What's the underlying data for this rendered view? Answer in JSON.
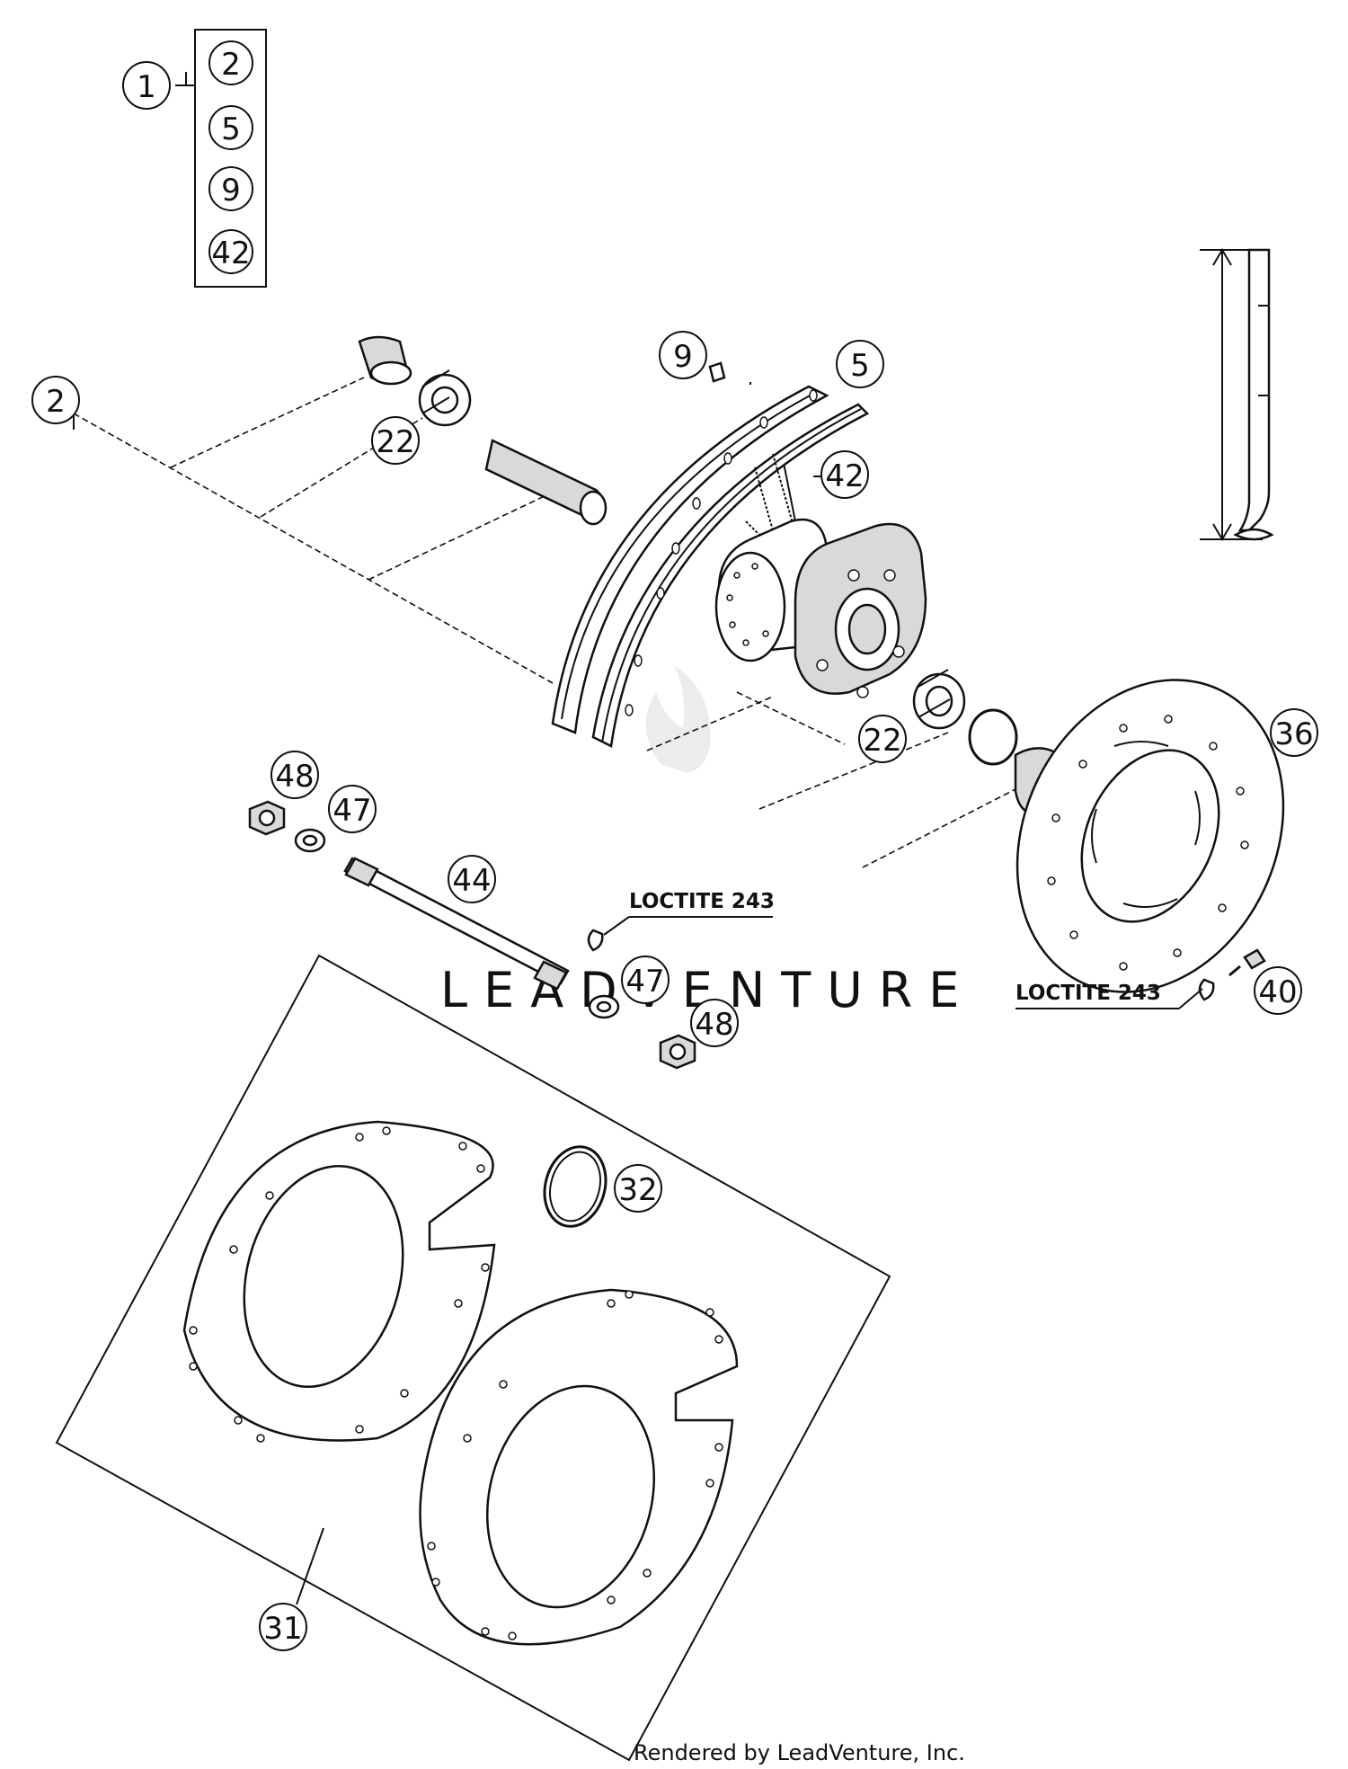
{
  "diagram": {
    "kit_group": {
      "callout": "1",
      "contents": [
        "2",
        "5",
        "9",
        "42"
      ]
    },
    "callouts": {
      "c2": "2",
      "c5": "5",
      "c9": "9",
      "c42": "42",
      "c22a": "22",
      "c22b": "22",
      "c36": "36",
      "c48a": "48",
      "c47a": "47",
      "c44": "44",
      "c47b": "47",
      "c48b": "48",
      "c40": "40",
      "c32": "32",
      "c31": "31"
    },
    "notes": {
      "loctite_axle": "LOCTITE 243",
      "loctite_disc": "LOCTITE 243"
    },
    "watermark": "LEADVENTURE",
    "credit": "Rendered by LeadVenture, Inc."
  }
}
